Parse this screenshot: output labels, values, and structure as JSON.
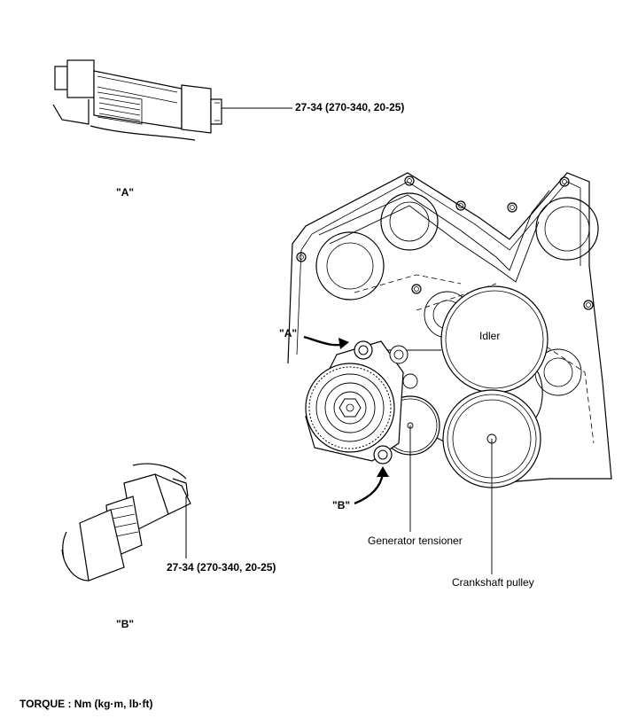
{
  "detail_a": {
    "torque": "27-34  (270-340,  20-25)",
    "label": "\"A\""
  },
  "detail_b": {
    "torque": "27-34  (270-340,  20-25)",
    "label": "\"B\""
  },
  "main": {
    "callout_a": "\"A\"",
    "callout_b": "\"B\"",
    "idler": "Idler",
    "generator_tensioner": "Generator tensioner",
    "crankshaft_pulley": "Crankshaft pulley"
  },
  "legend": {
    "torque_units": "TORQUE  :  Nm  (kg·m,  lb·ft)"
  }
}
